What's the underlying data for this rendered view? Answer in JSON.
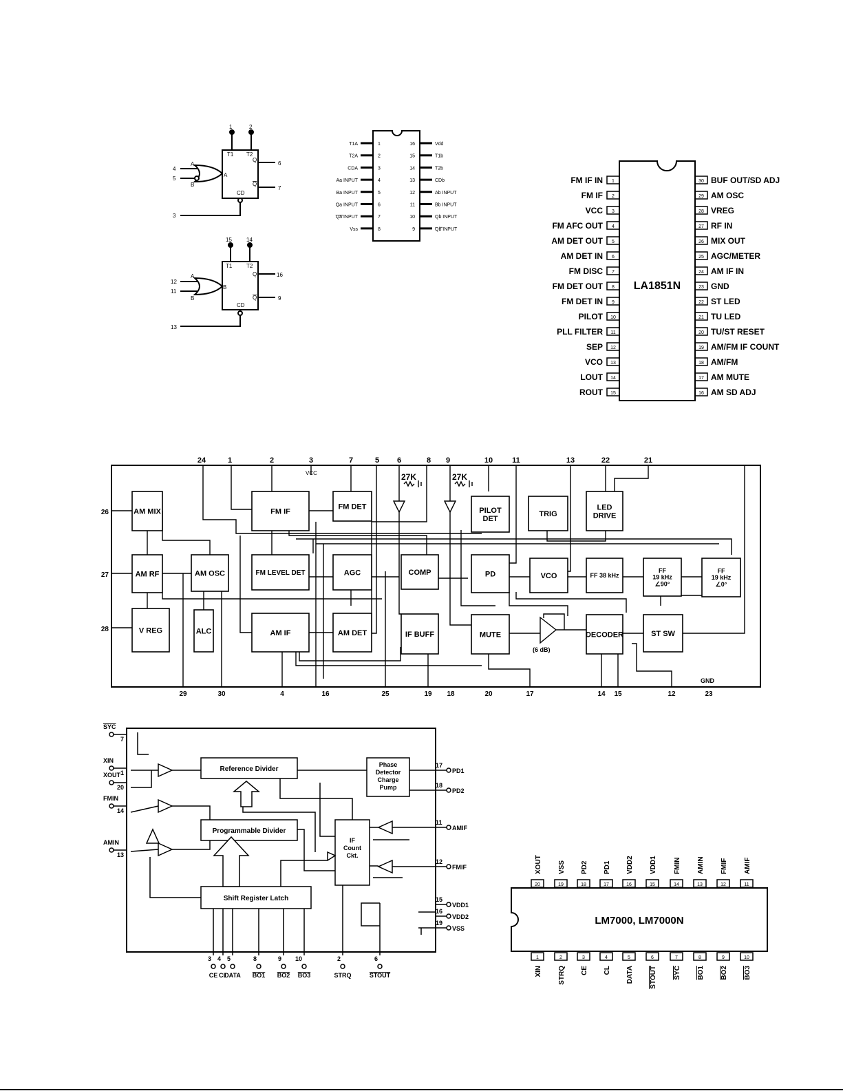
{
  "ff": {
    "top": {
      "pins_top": [
        "1",
        "2"
      ],
      "in_a": "4",
      "in_b": "5",
      "q": "6",
      "qbar": "7",
      "clear": "3",
      "t1": "T1",
      "t2": "T2",
      "gate_a": "A",
      "gate_b": "B",
      "ff_a": "A",
      "q_label": "Q",
      "qbar_label": "Q",
      "cd_label": "CD"
    },
    "bottom": {
      "pins_top": [
        "15",
        "14"
      ],
      "in_a": "12",
      "in_b": "11",
      "q": "16",
      "qbar": "9",
      "clear": "13",
      "t1": "T1",
      "t2": "T2",
      "gate_a": "A",
      "gate_b": "B",
      "ff_a": "B",
      "q_label": "Q",
      "qbar_label": "Q",
      "cd_label": "CD"
    }
  },
  "dip16": {
    "left": [
      {
        "label": "T1A",
        "pin": "1"
      },
      {
        "label": "T2A",
        "pin": "2"
      },
      {
        "label": "CDA",
        "pin": "3"
      },
      {
        "label": "Aa INPUT",
        "pin": "4"
      },
      {
        "label": "Ba INPUT",
        "pin": "5"
      },
      {
        "label": "Qa INPUT",
        "pin": "6"
      },
      {
        "label": "Qa INPUT",
        "pin": "7",
        "overline": true
      },
      {
        "label": "Vss",
        "pin": "8"
      }
    ],
    "right": [
      {
        "label": "Vdd",
        "pin": "16"
      },
      {
        "label": "T1b",
        "pin": "15"
      },
      {
        "label": "T2b",
        "pin": "14"
      },
      {
        "label": "CDb",
        "pin": "13"
      },
      {
        "label": "Ab INPUT",
        "pin": "12"
      },
      {
        "label": "Bb INPUT",
        "pin": "11"
      },
      {
        "label": "Qb INPUT",
        "pin": "10"
      },
      {
        "label": "Qb INPUT",
        "pin": "9",
        "overline": true
      }
    ]
  },
  "la1851n": {
    "name": "LA1851N",
    "left": [
      "FM IF IN",
      "FM IF",
      "VCC",
      "FM AFC OUT",
      "AM DET OUT",
      "AM DET IN",
      "FM DISC",
      "FM DET OUT",
      "FM DET IN",
      "PILOT",
      "PLL FILTER",
      "SEP",
      "VCO",
      "LOUT",
      "ROUT"
    ],
    "right": [
      "BUF OUT/SD ADJ",
      "AM OSC",
      "VREG",
      "RF IN",
      "MIX OUT",
      "AGC/METER",
      "AM IF IN",
      "GND",
      "ST LED",
      "TU LED",
      "TU/ST RESET",
      "AM/FM IF COUNT",
      "AM/FM",
      "AM MUTE",
      "AM SD ADJ"
    ]
  },
  "block": {
    "top_pins": [
      "24",
      "1",
      "2",
      "3",
      "7",
      "5",
      "6",
      "8",
      "9",
      "10",
      "11",
      "13",
      "22",
      "21"
    ],
    "vcc": "VCC",
    "res1": "27K",
    "res2": "27K",
    "left_pins": [
      "26",
      "27",
      "28"
    ],
    "bottom_pins": [
      "29",
      "30",
      "4",
      "16",
      "25",
      "19",
      "18",
      "20",
      "17",
      "14",
      "15",
      "12",
      "23"
    ],
    "gnd": "GND",
    "gain": "(6 dB)",
    "boxes": {
      "am_mix": "AM MIX",
      "am_rf": "AM RF",
      "v_reg": "V REG",
      "am_osc": "AM OSC",
      "alc": "ALC",
      "fm_if": "FM IF",
      "fm_level_det": "FM LEVEL DET",
      "am_if": "AM IF",
      "fm_det": "FM DET",
      "agc": "AGC",
      "am_det": "AM DET",
      "comp": "COMP",
      "if_buff": "IF BUFF",
      "pilot_det": [
        "PILOT",
        "DET"
      ],
      "trig": "TRIG",
      "led_drive": [
        "LED",
        "DRIVE"
      ],
      "pd": "PD",
      "vco": "VCO",
      "ff38": "FF 38 kHz",
      "ff19a": [
        "FF",
        "19 kHz",
        "∠90°"
      ],
      "ff19b": [
        "FF",
        "19 kHz",
        "∠0°"
      ],
      "mute": "MUTE",
      "decoder": "DECODER",
      "st_sw": "ST SW"
    }
  },
  "lm7000_block": {
    "left": [
      {
        "label": "SYC",
        "pin": "7",
        "overline": true
      },
      {
        "label": "XIN",
        "pin": "1"
      },
      {
        "label": "XOUT",
        "pin": "20"
      },
      {
        "label": "FMIN",
        "pin": "14"
      },
      {
        "label": "AMIN",
        "pin": "13"
      }
    ],
    "right": [
      {
        "label": "PD1",
        "pin": "17"
      },
      {
        "label": "PD2",
        "pin": "18"
      },
      {
        "label": "AMIF",
        "pin": "11"
      },
      {
        "label": "FMIF",
        "pin": "12"
      },
      {
        "label": "VDD1",
        "pin": "15"
      },
      {
        "label": "VDD2",
        "pin": "16"
      },
      {
        "label": "VSS",
        "pin": "19"
      }
    ],
    "bottom": [
      {
        "label": "CE",
        "pin": "3"
      },
      {
        "label": "CL",
        "pin": "4"
      },
      {
        "label": "DATA",
        "pin": "5"
      },
      {
        "label": "BO1",
        "pin": "8",
        "overline": true
      },
      {
        "label": "BO2",
        "pin": "9",
        "overline": true
      },
      {
        "label": "BO3",
        "pin": "10",
        "overline": true
      },
      {
        "label": "STRQ",
        "pin": "2"
      },
      {
        "label": "STOUT",
        "pin": "6",
        "overline": true
      }
    ],
    "ref_div": "Reference Divider",
    "prog_div": "Programmable Divider",
    "shift_reg": "Shift Register Latch",
    "phase_det": [
      "Phase",
      "Detector",
      "Charge",
      "Pump"
    ],
    "if_count": [
      "IF",
      "Count",
      "Ckt."
    ]
  },
  "lm7000_pkg": {
    "name": "LM7000, LM7000N",
    "top": [
      {
        "label": "XOUT",
        "pin": "20"
      },
      {
        "label": "VSS",
        "pin": "19"
      },
      {
        "label": "PD2",
        "pin": "18"
      },
      {
        "label": "PD1",
        "pin": "17"
      },
      {
        "label": "VDD2",
        "pin": "16"
      },
      {
        "label": "VDD1",
        "pin": "15"
      },
      {
        "label": "FMIN",
        "pin": "14"
      },
      {
        "label": "AMIN",
        "pin": "13"
      },
      {
        "label": "FMIF",
        "pin": "12"
      },
      {
        "label": "AMIF",
        "pin": "11"
      }
    ],
    "bottom": [
      {
        "label": "XIN",
        "pin": "1"
      },
      {
        "label": "STRQ",
        "pin": "2"
      },
      {
        "label": "CE",
        "pin": "3"
      },
      {
        "label": "CL",
        "pin": "4"
      },
      {
        "label": "DATA",
        "pin": "5"
      },
      {
        "label": "STOUT",
        "pin": "6",
        "overline": true
      },
      {
        "label": "SYC",
        "pin": "7",
        "overline": true
      },
      {
        "label": "BO1",
        "pin": "8",
        "overline": true
      },
      {
        "label": "BO2",
        "pin": "9",
        "overline": true
      },
      {
        "label": "BO3",
        "pin": "10",
        "overline": true
      }
    ]
  }
}
